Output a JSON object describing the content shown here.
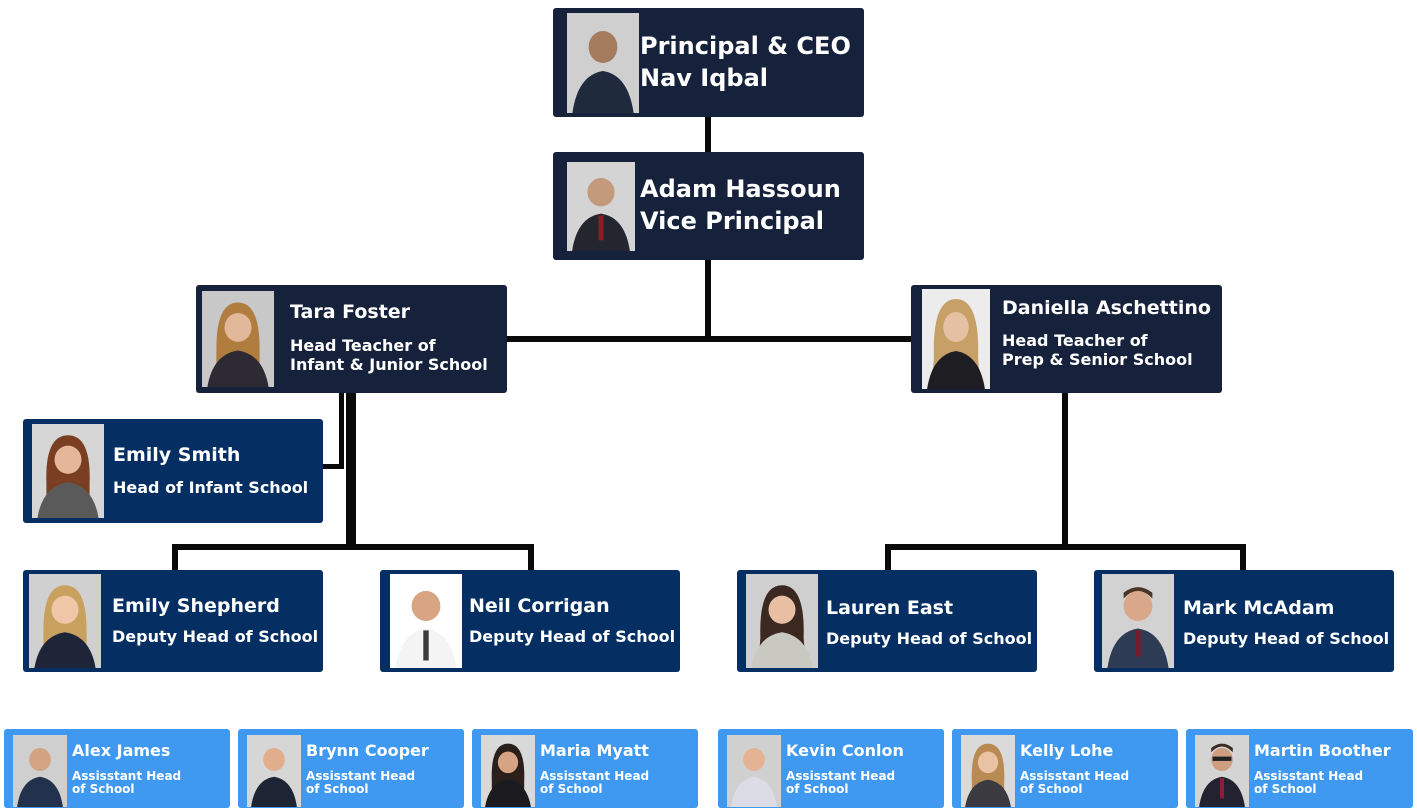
{
  "colors": {
    "executive_box": "#16223b",
    "head_box": "#16223b",
    "deputy_box": "#052f63",
    "assistant_box": "#3f99f0",
    "connector": "#0a0a0a",
    "text": "#ffffff"
  },
  "ceo": {
    "line1": "Principal & CEO",
    "line2": "Nav Iqbal"
  },
  "vice": {
    "line1": "Adam Hassoun",
    "line2": "Vice Principal"
  },
  "heads": [
    {
      "name": "Tara Foster",
      "role_line1": "Head Teacher of",
      "role_line2": "Infant & Junior School"
    },
    {
      "name": "Daniella Aschettino",
      "role_line1": "Head Teacher of",
      "role_line2": "Prep & Senior School"
    }
  ],
  "infant_head": {
    "name": "Emily Smith",
    "role": "Head of Infant School"
  },
  "deputies": [
    {
      "name": "Emily Shepherd",
      "role": "Deputy Head of School"
    },
    {
      "name": "Neil Corrigan",
      "role": "Deputy Head of School"
    },
    {
      "name": "Lauren East",
      "role": "Deputy Head of School"
    },
    {
      "name": "Mark McAdam",
      "role": "Deputy Head of School"
    }
  ],
  "assistants": [
    {
      "name": "Alex James",
      "role_line1": "Assisstant Head",
      "role_line2": "of School"
    },
    {
      "name": "Brynn Cooper",
      "role_line1": "Assisstant Head",
      "role_line2": "of School"
    },
    {
      "name": "Maria Myatt",
      "role_line1": "Assisstant Head",
      "role_line2": "of School"
    },
    {
      "name": "Kevin Conlon",
      "role_line1": "Assisstant Head",
      "role_line2": "of School"
    },
    {
      "name": "Kelly Lohe",
      "role_line1": "Assisstant Head",
      "role_line2": "of School"
    },
    {
      "name": "Martin Boother",
      "role_line1": "Assisstant Head",
      "role_line2": "of School"
    }
  ]
}
